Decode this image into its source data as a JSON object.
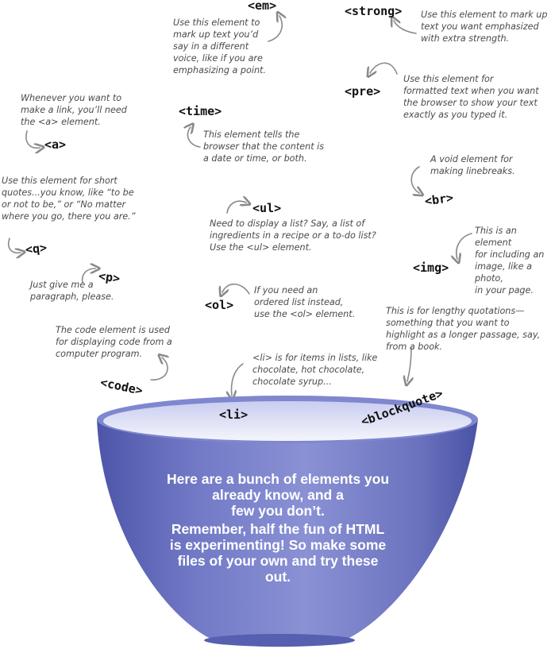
{
  "tags": {
    "em": "<em>",
    "strong": "<strong>",
    "pre": "<pre>",
    "time": "<time>",
    "a": "<a>",
    "br": "<br>",
    "ul": "<ul>",
    "q": "<q>",
    "img": "<img>",
    "p": "<p>",
    "ol": "<ol>",
    "code": "<code>",
    "li": "<li>",
    "blockquote": "<blockquote>"
  },
  "notes": {
    "em": [
      "Use this element to",
      "mark up text you’d",
      "say in a different",
      "voice, like if you are",
      "emphasizing a point."
    ],
    "strong": [
      "Use this element to mark up",
      "text you want emphasized",
      "with extra strength."
    ],
    "pre": [
      "Use this element for",
      "formatted text when you want",
      "the browser to show your text",
      "exactly as you typed it."
    ],
    "a": [
      "Whenever you want to",
      "make a link, you’ll need",
      "the <a> element."
    ],
    "time": [
      "This element tells the",
      "browser that the content is",
      "a date or time, or both."
    ],
    "br": [
      "A void element for",
      "making linebreaks."
    ],
    "q": [
      "Use this element for short",
      "quotes...you know, like “to be",
      "or not to be,” or “No matter",
      "where you go, there you are.”"
    ],
    "ul": [
      "Need to display a list? Say, a list of",
      "ingredients in a recipe or a to-do list?",
      "Use the <ul> element."
    ],
    "img": [
      "This is an element",
      "for including an",
      "image, like a photo,",
      "in your page."
    ],
    "p": [
      "Just give me a",
      "paragraph, please."
    ],
    "ol": [
      "If you need an",
      "ordered list instead,",
      "use the <ol> element."
    ],
    "blockquote": [
      "This is for lengthy quotations—",
      "something that you want to",
      "highlight as a longer passage, say,",
      "from a book."
    ],
    "code": [
      "The code element is used",
      "for displaying code from a",
      "computer program."
    ],
    "li": [
      "<li> is for items in lists, like",
      "chocolate, hot chocolate,",
      "chocolate syrup..."
    ]
  },
  "bowl": {
    "line1": "Here are a bunch of elements you",
    "line2": "already know, and a",
    "line3": "few you don’t.",
    "line4": "Remember, half the fun of HTML",
    "line5": "is experimenting! So make some",
    "line6": "files of your own and try these",
    "line7": "out."
  },
  "colors": {
    "bowl": "#6e76c4",
    "bowl_inner": "#e9ebf8",
    "arrow": "#8a8a8a"
  }
}
